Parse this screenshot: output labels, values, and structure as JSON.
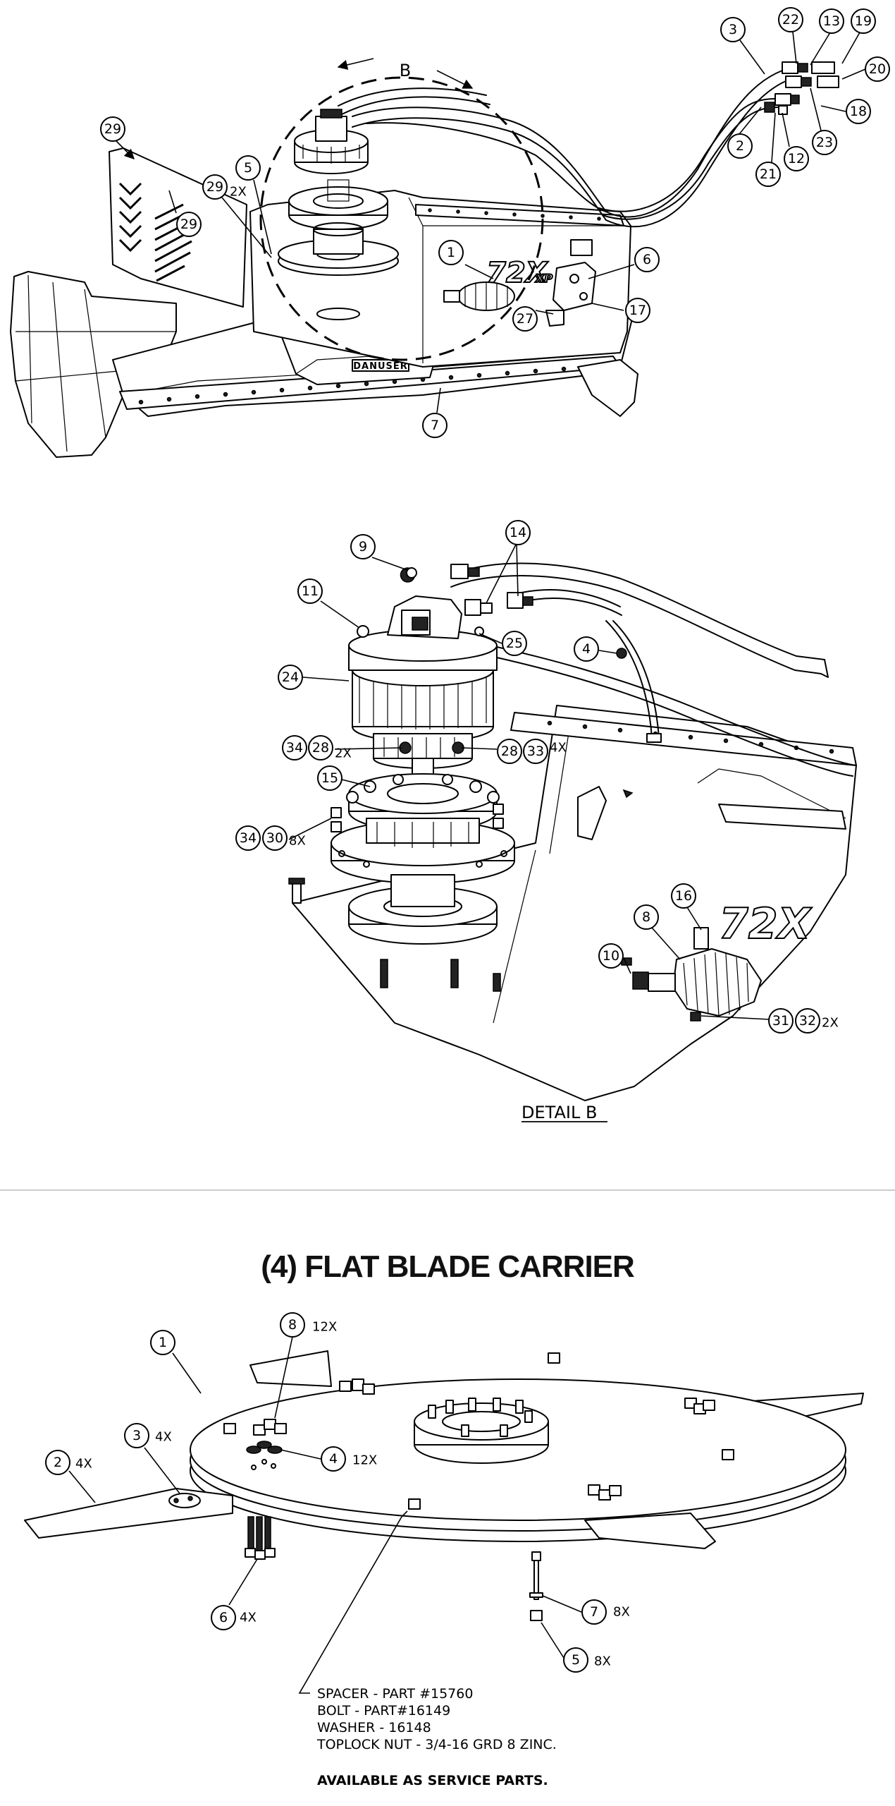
{
  "view_letter": "B",
  "detail_label": "DETAIL B",
  "section_title": "(4) FLAT BLADE CARRIER",
  "decal_model": "72X",
  "decal_suffix": "XP",
  "brand_plate": "DANUSER",
  "top_callouts": [
    {
      "n": "1"
    },
    {
      "n": "2"
    },
    {
      "n": "3"
    },
    {
      "n": "5"
    },
    {
      "n": "6"
    },
    {
      "n": "7"
    },
    {
      "n": "12"
    },
    {
      "n": "13"
    },
    {
      "n": "17"
    },
    {
      "n": "18"
    },
    {
      "n": "19"
    },
    {
      "n": "20"
    },
    {
      "n": "21"
    },
    {
      "n": "22"
    },
    {
      "n": "23"
    },
    {
      "n": "27"
    },
    {
      "n": "29"
    },
    {
      "n": "29",
      "mult": "2X"
    },
    {
      "n": "29"
    }
  ],
  "detail_callouts": [
    {
      "n": "9"
    },
    {
      "n": "14"
    },
    {
      "n": "11"
    },
    {
      "n": "25"
    },
    {
      "n": "4"
    },
    {
      "n": "24"
    },
    {
      "n": "34"
    },
    {
      "n": "28",
      "mult": "2X"
    },
    {
      "n": "28"
    },
    {
      "n": "33",
      "mult": "4X"
    },
    {
      "n": "15"
    },
    {
      "n": "34"
    },
    {
      "n": "30",
      "mult": "8X"
    },
    {
      "n": "16"
    },
    {
      "n": "8"
    },
    {
      "n": "10"
    },
    {
      "n": "31"
    },
    {
      "n": "32",
      "mult": "2X"
    }
  ],
  "carrier_callouts": [
    {
      "n": "8",
      "mult": "12X"
    },
    {
      "n": "1"
    },
    {
      "n": "3",
      "mult": "4X"
    },
    {
      "n": "2",
      "mult": "4X"
    },
    {
      "n": "4",
      "mult": "12X"
    },
    {
      "n": "6",
      "mult": "4X"
    },
    {
      "n": "7",
      "mult": "8X"
    },
    {
      "n": "5",
      "mult": "8X"
    }
  ],
  "service_notes": [
    "SPACER - PART #15760",
    "BOLT - PART#16149",
    "WASHER - 16148",
    "TOPLOCK NUT - 3/4-16 GRD 8 ZINC."
  ],
  "service_footer": "AVAILABLE AS SERVICE PARTS."
}
